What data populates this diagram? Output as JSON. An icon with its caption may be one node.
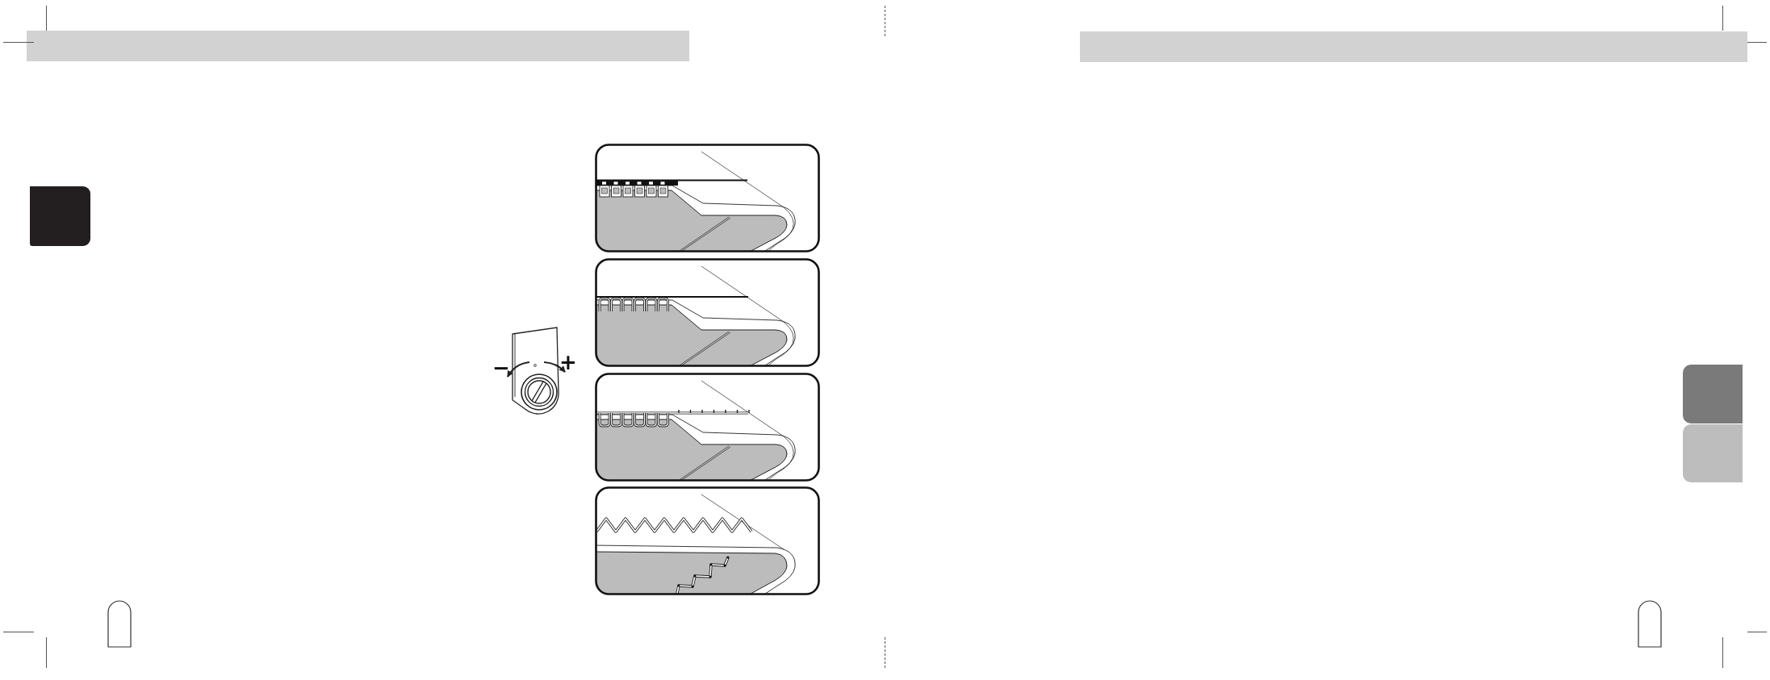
{
  "diagram": {
    "nodes": [
      {
        "text": [],
        "shape": "box"
      },
      {
        "text": [],
        "shape": "box"
      },
      {
        "text": [],
        "shape": "box"
      }
    ],
    "labels": [
      "−",
      "+"
    ]
  }
}
